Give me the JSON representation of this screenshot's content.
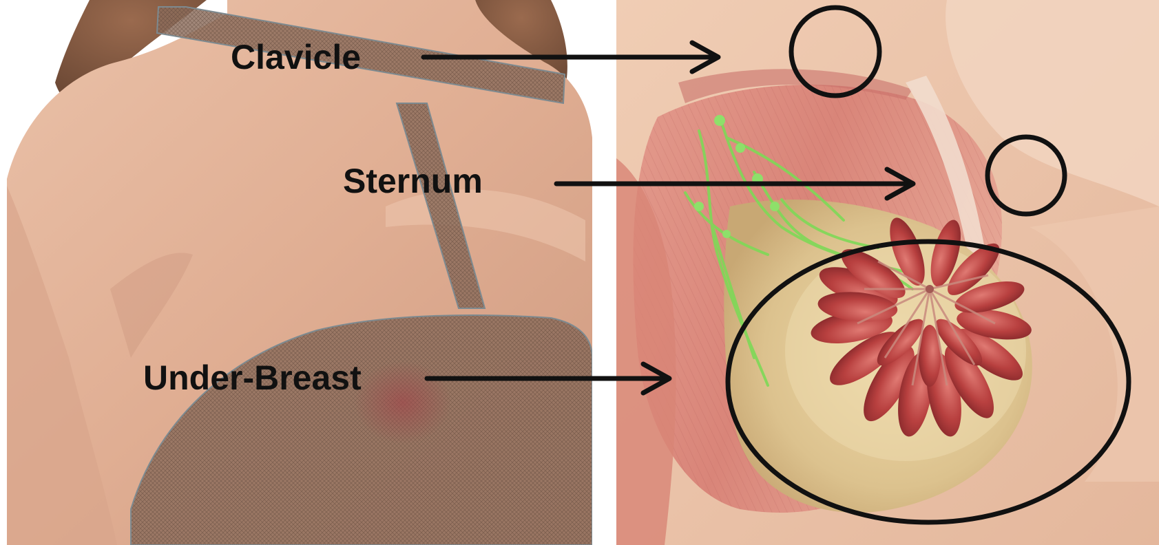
{
  "labels": {
    "clavicle": "Clavicle",
    "sternum": "Sternum",
    "under_breast": "Under-Breast"
  },
  "colors": {
    "skin": "#e2b39a",
    "skin_shadow": "#c8917a",
    "overlay_fill": "#8a6a5a",
    "overlay_edge": "#7d8a90",
    "muscle": "#d98a80",
    "muscle_dark": "#c26a66",
    "fat": "#dcc28e",
    "lobule": "#b8403f",
    "lymph": "#7ed957",
    "annotation": "#111111",
    "background": "#ffffff"
  },
  "icons": {
    "arrow": "right-arrow-icon",
    "marker": "circle-marker-icon"
  }
}
